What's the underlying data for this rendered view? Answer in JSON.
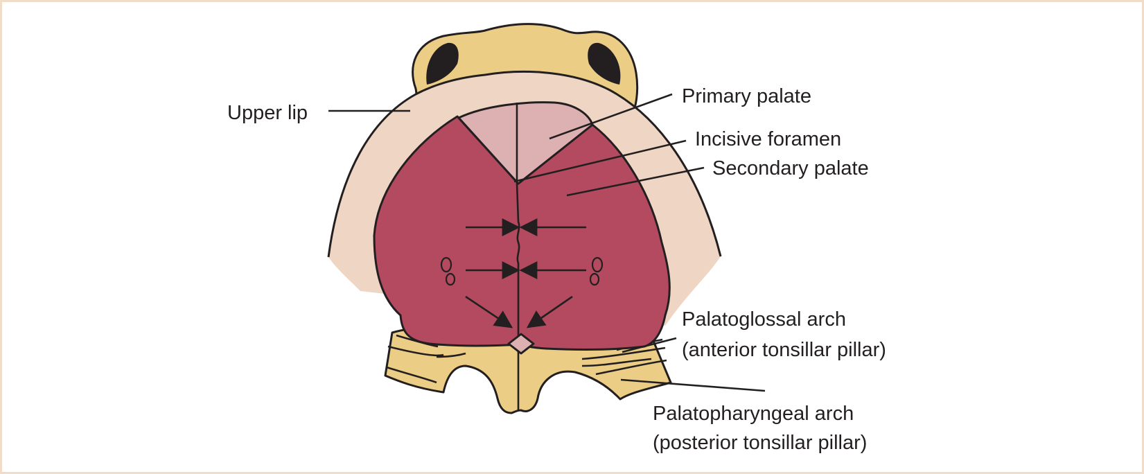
{
  "labels": {
    "upper_lip": "Upper lip",
    "primary_palate": "Primary palate",
    "incisive_foramen": "Incisive foramen",
    "secondary_palate": "Secondary palate",
    "palatoglossal_arch_line1": "Palatoglossal arch",
    "palatoglossal_arch_line2": "(anterior tonsillar pillar)",
    "palatopharyngeal_arch_line1": "Palatopharyngeal arch",
    "palatopharyngeal_arch_line2": "(posterior tonsillar pillar)"
  },
  "colors": {
    "frame_border": "#f0dcc8",
    "upper_lip": "#efd6c4",
    "nose": "#ebcd85",
    "nostril": "#231f20",
    "primary_palate": "#ddb1b2",
    "secondary_palate": "#b34a5f",
    "pillars": "#ebcd85",
    "incisive_dot": "#ddb1b2",
    "outline": "#231f20"
  }
}
